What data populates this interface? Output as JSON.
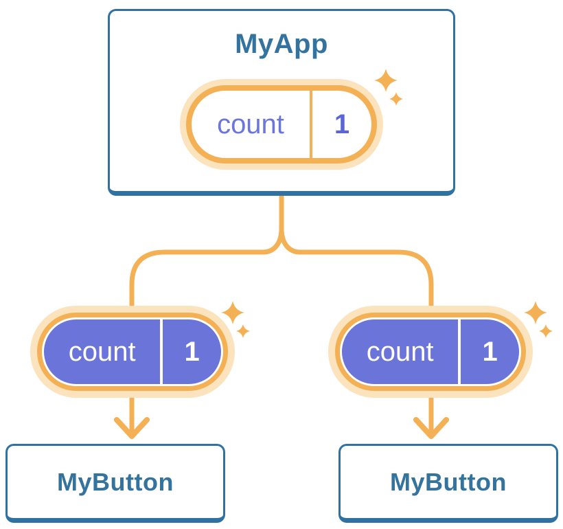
{
  "app": {
    "title": "MyApp",
    "state": {
      "name": "count",
      "value": "1"
    }
  },
  "children": [
    {
      "title": "MyButton",
      "prop": {
        "name": "count",
        "value": "1"
      }
    },
    {
      "title": "MyButton",
      "prop": {
        "name": "count",
        "value": "1"
      }
    }
  ],
  "colors": {
    "card_bg": "#ffffff",
    "border_blue": "#2f71a1",
    "text_blue": "#34739e",
    "accent_orange": "#f4b054",
    "halo_peach": "#fbe3bd",
    "pill_purple": "#6b74d9",
    "state_text_purple": "#6b75db"
  }
}
